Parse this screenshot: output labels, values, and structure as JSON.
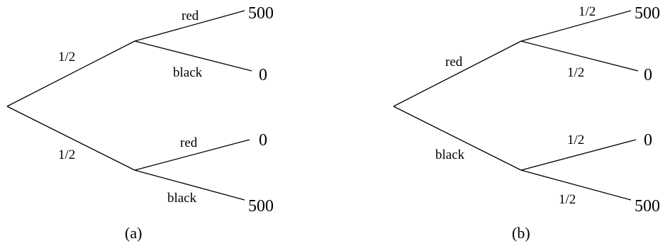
{
  "tree_a": {
    "caption": "(a)",
    "edges": {
      "top_branch": "1/2",
      "bottom_branch": "1/2",
      "top_upper": "red",
      "top_lower": "black",
      "bottom_upper": "red",
      "bottom_lower": "black"
    },
    "outcomes": {
      "top_upper": "500",
      "top_lower": "0",
      "bottom_upper": "0",
      "bottom_lower": "500"
    }
  },
  "tree_b": {
    "caption": "(b)",
    "edges": {
      "top_branch": "red",
      "bottom_branch": "black",
      "top_upper": "1/2",
      "top_lower": "1/2",
      "bottom_upper": "1/2",
      "bottom_lower": "1/2"
    },
    "outcomes": {
      "top_upper": "500",
      "top_lower": "0",
      "bottom_upper": "0",
      "bottom_lower": "500"
    }
  }
}
